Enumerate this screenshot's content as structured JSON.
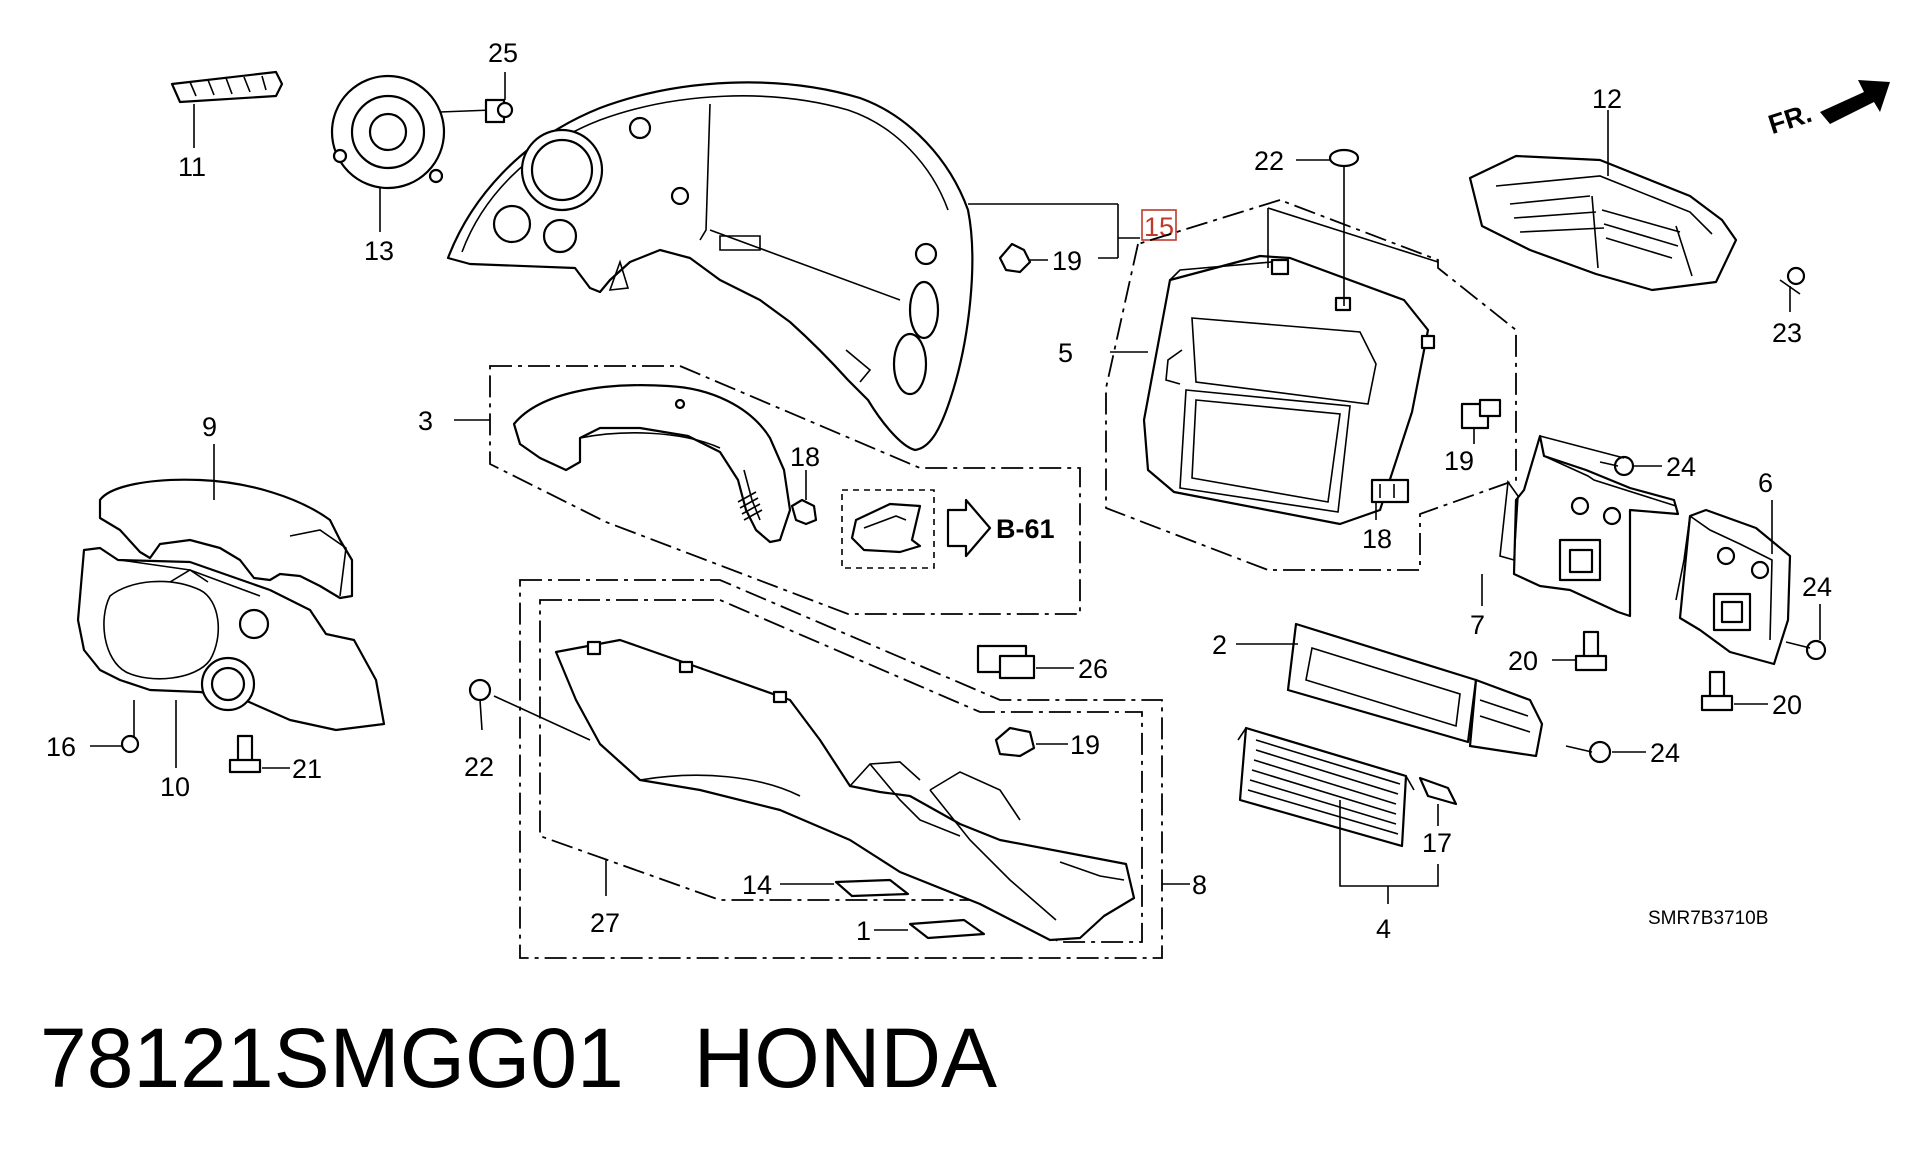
{
  "diagram_code": "SMR7B3710B",
  "footer": {
    "part_number": "78121SMGG01",
    "brand": "HONDA"
  },
  "direction_marker": "FR.",
  "cross_reference": "B-61",
  "highlighted_callout": "15",
  "callouts": {
    "c1": "1",
    "c2": "2",
    "c3": "3",
    "c4": "4",
    "c5": "5",
    "c6": "6",
    "c7": "7",
    "c8": "8",
    "c9": "9",
    "c10": "10",
    "c11": "11",
    "c12": "12",
    "c13": "13",
    "c14": "14",
    "c15": "15",
    "c16": "16",
    "c17": "17",
    "c18a": "18",
    "c18b": "18",
    "c19a": "19",
    "c19b": "19",
    "c19c": "19",
    "c20a": "20",
    "c20b": "20",
    "c21": "21",
    "c22a": "22",
    "c22b": "22",
    "c23": "23",
    "c24a": "24",
    "c24b": "24",
    "c24c": "24",
    "c25": "25",
    "c26": "26",
    "c27": "27"
  },
  "colors": {
    "line": "#000000",
    "highlight": "#c0392b",
    "background": "#ffffff"
  }
}
